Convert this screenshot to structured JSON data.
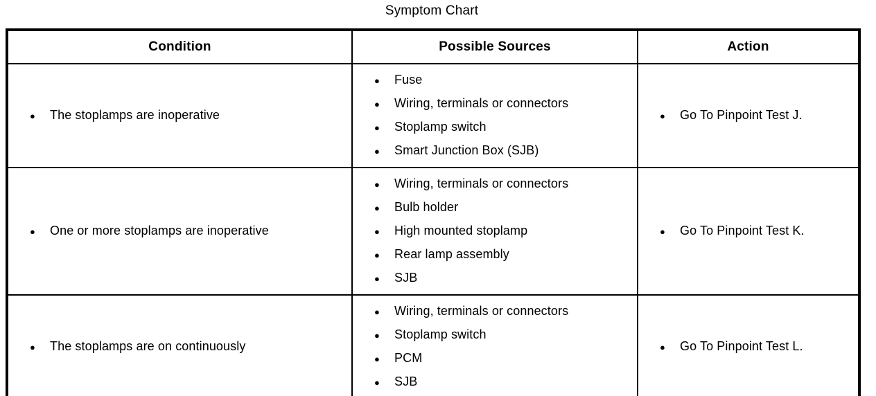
{
  "title": "Symptom Chart",
  "bullet": "●",
  "colors": {
    "text": "#000000",
    "border": "#000000",
    "background": "#ffffff"
  },
  "table": {
    "headers": [
      "Condition",
      "Possible Sources",
      "Action"
    ],
    "rows": [
      {
        "condition": [
          "The stoplamps are inoperative"
        ],
        "sources": [
          "Fuse",
          "Wiring, terminals or connectors",
          "Stoplamp switch",
          "Smart Junction Box (SJB)"
        ],
        "action": [
          "Go To Pinpoint Test J."
        ]
      },
      {
        "condition": [
          "One or more stoplamps are inoperative"
        ],
        "sources": [
          "Wiring, terminals or connectors",
          "Bulb holder",
          "High mounted stoplamp",
          "Rear lamp assembly",
          "SJB"
        ],
        "action": [
          "Go To Pinpoint Test K."
        ]
      },
      {
        "condition": [
          "The stoplamps are on continuously"
        ],
        "sources": [
          "Wiring, terminals or connectors",
          "Stoplamp switch",
          "PCM",
          "SJB"
        ],
        "action": [
          "Go To Pinpoint Test L."
        ]
      }
    ]
  }
}
